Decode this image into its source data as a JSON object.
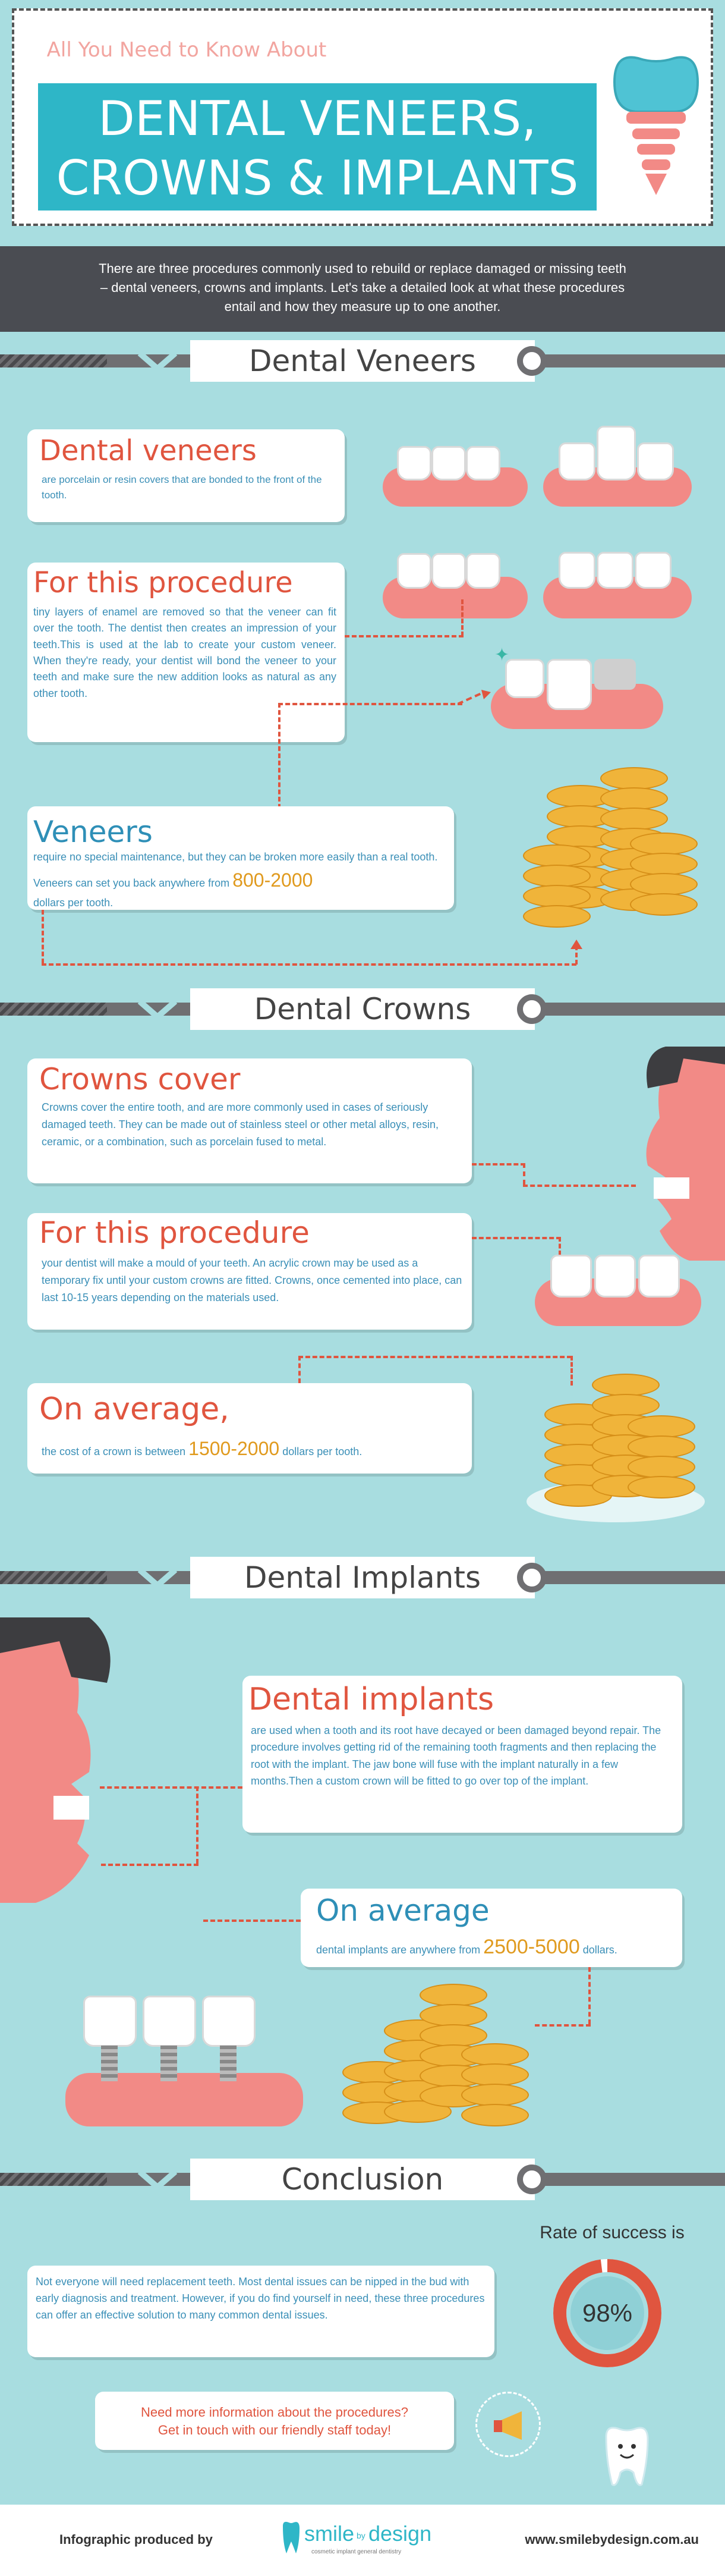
{
  "header": {
    "pretitle": "All You Need to Know About",
    "title_line1": "DENTAL VENEERS,",
    "title_line2": "CROWNS & IMPLANTS"
  },
  "intro": {
    "text": "There are three procedures commonly used to rebuild or replace damaged or missing teeth – dental veneers, crowns and implants. Let's take a detailed look at what these procedures entail and how they measure up to one another."
  },
  "veneers": {
    "banner": "Dental Veneers",
    "card1_title": "Dental veneers",
    "card1_body": "are porcelain or resin covers that are bonded to the front of the tooth.",
    "card2_title": "For this procedure",
    "card2_body": "tiny layers of enamel are removed so that the veneer can fit over the tooth. The dentist then creates an impression of your teeth.This is used at the lab to create your custom veneer. When they're ready, your dentist will bond the veneer to your teeth and make sure the new addition looks as natural as any other tooth.",
    "card3_title": "Veneers",
    "card3_body_a": "require no special maintenance, but they can be broken more easily than a real tooth. Veneers can set you back anywhere from",
    "card3_price": "800-2000",
    "card3_body_b": "dollars per tooth."
  },
  "crowns": {
    "banner": "Dental Crowns",
    "card1_title": "Crowns cover",
    "card1_body": "Crowns cover the entire tooth, and are more commonly used in cases of seriously damaged teeth. They can be made out of stainless steel or other metal alloys, resin, ceramic, or a combination, such as porcelain fused to metal.",
    "card2_title": "For this procedure",
    "card2_body": "your dentist will make a mould of your teeth. An acrylic crown may be used as a temporary fix until your custom crowns are fitted. Crowns, once cemented into place, can last 10-15 years depending on the materials used.",
    "card3_title": "On average,",
    "card3_body_a": "the cost of a crown is between",
    "card3_price": "1500-2000",
    "card3_body_b": "dollars per tooth."
  },
  "implants": {
    "banner": "Dental Implants",
    "card1_title": "Dental implants",
    "card1_body": "are used when a tooth and its root have decayed or been damaged beyond repair. The procedure involves getting rid of the remaining tooth fragments and then replacing the root with the implant. The jaw bone will fuse with the implant naturally in a few months.Then a custom crown will be fitted to go over top of the implant.",
    "card2_title": "On average",
    "card2_body_a": "dental implants are anywhere from",
    "card2_price": "2500-5000",
    "card2_body_b": "dollars."
  },
  "conclusion": {
    "banner": "Conclusion",
    "rate_label": "Rate of success is",
    "rate_value": "98%",
    "rate_fraction": 0.98,
    "body": "Not everyone will need replacement teeth. Most dental issues can be nipped in the bud with early diagnosis and treatment. However, if you do find yourself in need, these three procedures can offer an effective solution to many common dental issues.",
    "cta_line1": "Need more information about the procedures?",
    "cta_line2": "Get in touch with our friendly staff today!"
  },
  "footer": {
    "produced_by": "Infographic produced by",
    "logo_smile": "smile",
    "logo_by": "by",
    "logo_design": "design",
    "logo_sub": "cosmetic implant general dentistry",
    "url": "www.smilebydesign.com.au"
  },
  "colors": {
    "background": "#a8dde0",
    "accent_red": "#e0553f",
    "accent_blue": "#3a8fb7",
    "price_orange": "#e09a1e",
    "banner_gray": "#6f6f72"
  }
}
